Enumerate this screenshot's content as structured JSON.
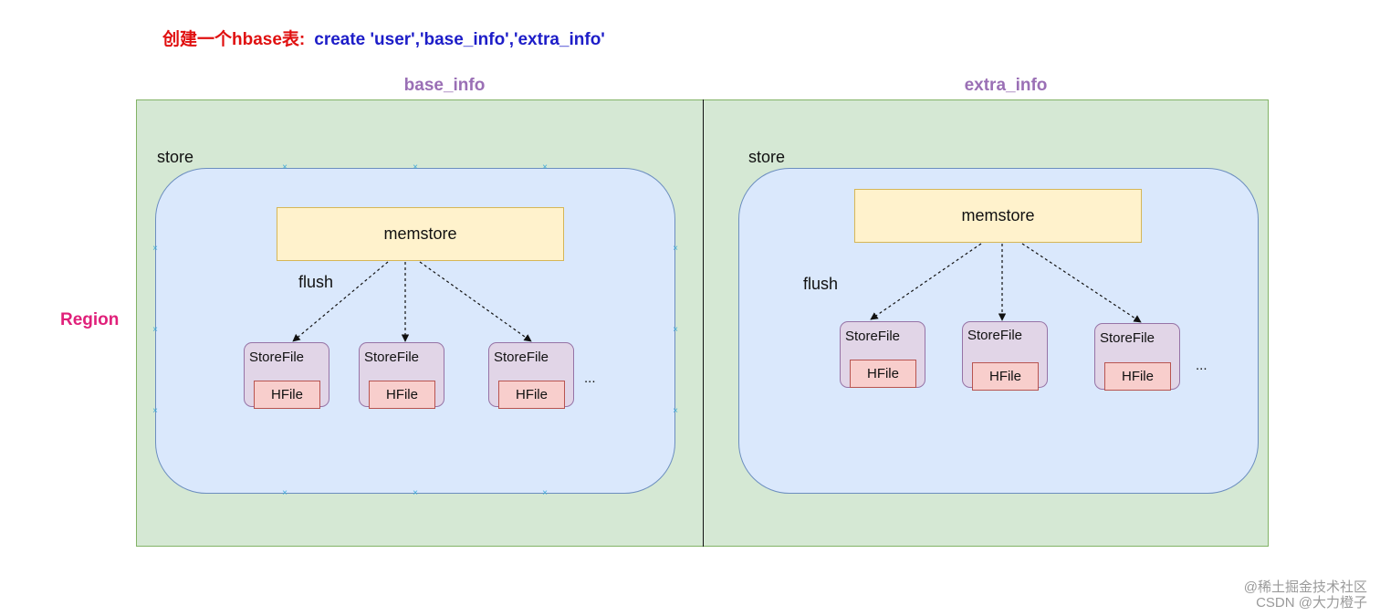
{
  "heading": {
    "zh": "创建一个hbase表:",
    "command": "create  'user','base_info','extra_info'"
  },
  "region_label": "Region",
  "families": [
    {
      "name": "base_info",
      "store_label": "store",
      "memstore_label": "memstore",
      "flush_label": "flush",
      "storefiles": [
        {
          "label": "StoreFile",
          "hfile": "HFile"
        },
        {
          "label": "StoreFile",
          "hfile": "HFile"
        },
        {
          "label": "StoreFile",
          "hfile": "HFile"
        }
      ],
      "ellipsis": "..."
    },
    {
      "name": "extra_info",
      "store_label": "store",
      "memstore_label": "memstore",
      "flush_label": "flush",
      "storefiles": [
        {
          "label": "StoreFile",
          "hfile": "HFile"
        },
        {
          "label": "StoreFile",
          "hfile": "HFile"
        },
        {
          "label": "StoreFile",
          "hfile": "HFile"
        }
      ],
      "ellipsis": "..."
    }
  ],
  "watermark": {
    "line1": "@稀土掘金技术社区",
    "line2": "CSDN @大力橙子"
  },
  "colors": {
    "region_fill": "#d5e8d4",
    "store_fill": "#dae8fc",
    "memstore_fill": "#fff2cc",
    "storefile_fill": "#e1d5e7",
    "hfile_fill": "#f8cecc",
    "family_label": "#9a6fb5",
    "region_label": "#e0207a",
    "heading_zh": "#e01010",
    "heading_cmd": "#1d1dc8"
  }
}
